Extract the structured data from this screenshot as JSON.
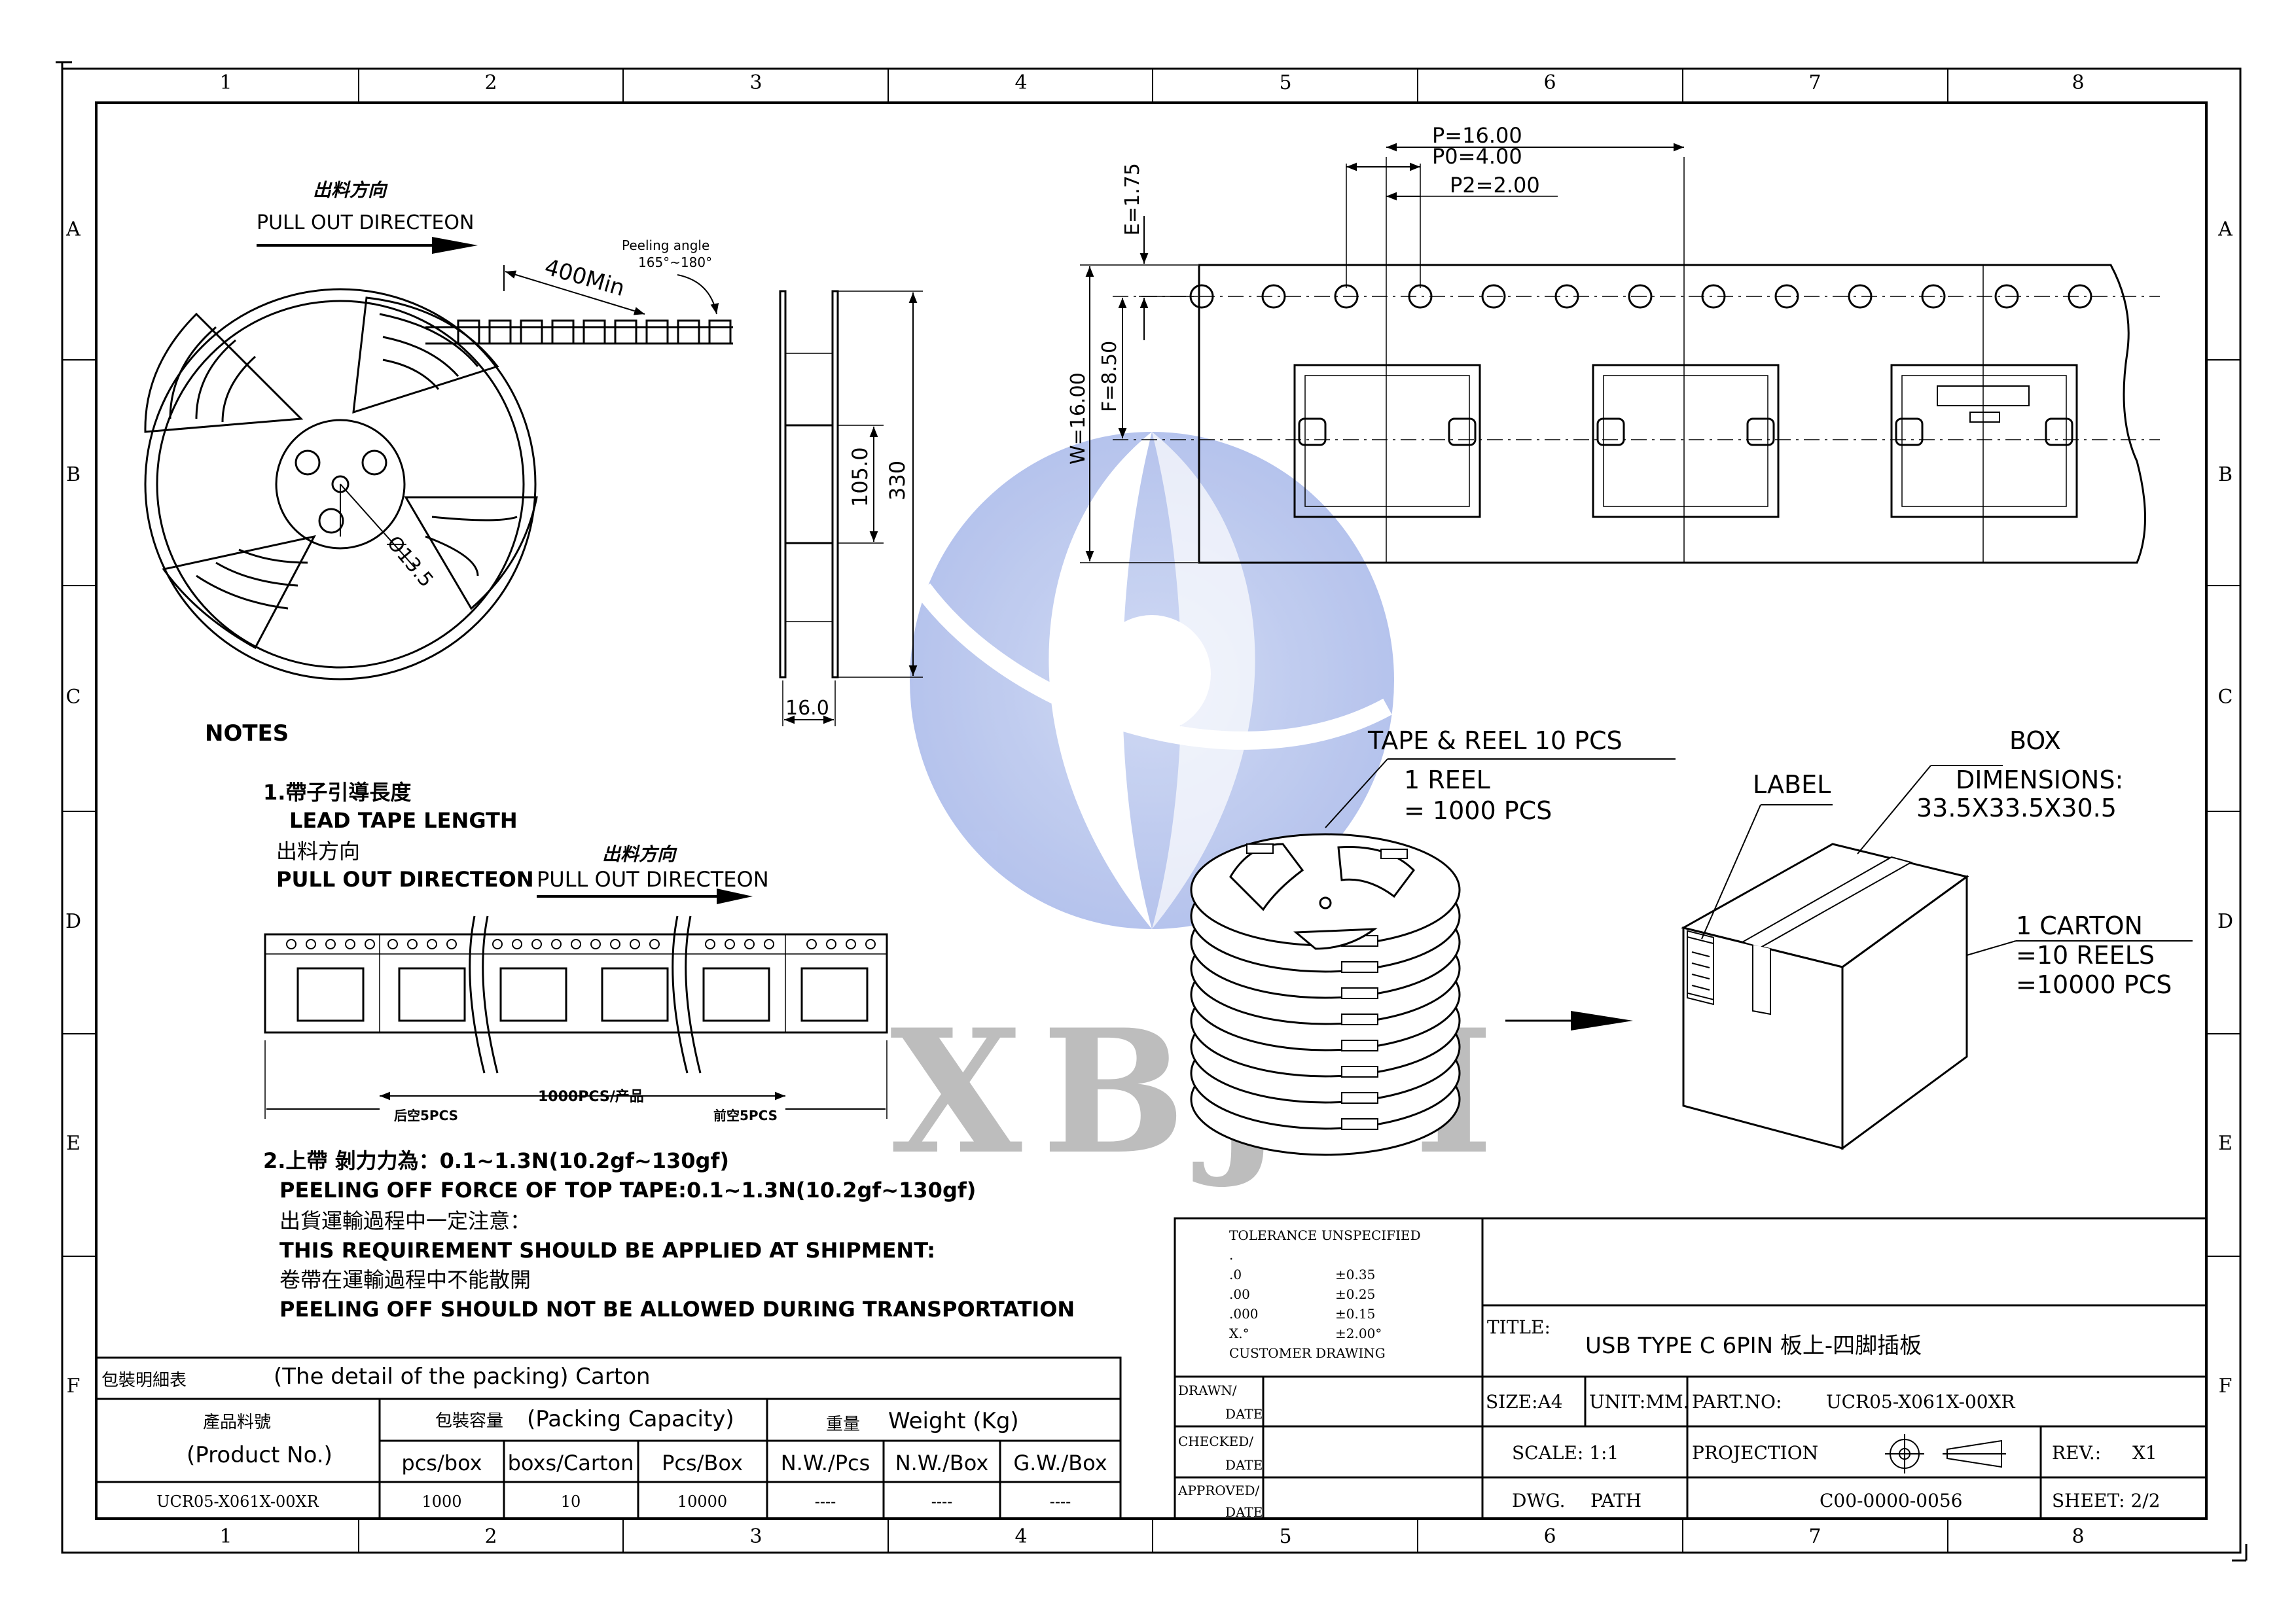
{
  "frame": {
    "columns": [
      "1",
      "2",
      "3",
      "4",
      "5",
      "6",
      "7",
      "8"
    ],
    "rows": [
      "A",
      "B",
      "C",
      "D",
      "E",
      "F"
    ]
  },
  "reel_view": {
    "title_cn": "出料方向",
    "title_en": "PULL OUT DIRECTEON",
    "peeling_angle_label": "Peeling angle",
    "peeling_angle_value": "165°~180°",
    "leader_length": "400Min",
    "hub_diameter": "Ø13.5"
  },
  "side_view": {
    "hub_dim": "105.0",
    "outer_dim": "330",
    "width_dim": "16.0"
  },
  "tape_view": {
    "pitch_p": "P=16.00",
    "pitch_p0": "P0=4.00",
    "pitch_p2": "P2=2.00",
    "dim_e": "E=1.75",
    "dim_w": "W=16.00",
    "dim_f": "F=8.50"
  },
  "notes": {
    "heading": "NOTES",
    "n1_cn": "1.帶子引導長度",
    "n1_en": "LEAD TAPE LENGTH",
    "n1_dir_cn": "出料方向",
    "n1_dir_en": "PULL OUT DIRECTEON",
    "n1_dir2_cn": "出料方向",
    "n1_dir2_en": "PULL OUT DIRECTEON",
    "empty_after": "后空5PCS",
    "products": "1000PCS/产品",
    "empty_before": "前空5PCS",
    "n2_cn": "2.上帶 剝力力為：0.1~1.3N(10.2gf~130gf)",
    "n2_en": "PEELING OFF FORCE OF TOP TAPE:0.1~1.3N(10.2gf~130gf)",
    "n3_cn": "出貨運輸過程中一定注意：",
    "n3_en": "THIS REQUIREMENT SHOULD BE APPLIED AT SHIPMENT:",
    "n4_cn": "卷帶在運輸過程中不能散開",
    "n4_en": "PEELING OFF SHOULD NOT BE ALLOWED DURING TRANSPORTATION"
  },
  "packaging": {
    "tape_reel": "TAPE & REEL 10 PCS",
    "reel_line1": "1 REEL",
    "reel_line2": "= 1000 PCS",
    "label": "LABEL",
    "box": "BOX",
    "box_dim_label": "DIMENSIONS:",
    "box_dim_value": "33.5X33.5X30.5",
    "carton_line1": "1 CARTON",
    "carton_line2": "=10 REELS",
    "carton_line3": "=10000 PCS"
  },
  "watermark": {
    "text": "XBJM"
  },
  "packing_table": {
    "caption_cn": "包裝明細表",
    "caption_en": "(The detail of the packing) Carton",
    "product_no_cn": "產品料號",
    "product_no_en": "(Product No.)",
    "capacity_cn": "包裝容量",
    "capacity_en": "(Packing Capacity)",
    "weight_cn": "重量",
    "weight_en": "Weight (Kg)",
    "headers": [
      "pcs/box",
      "boxs/Carton",
      "Pcs/Box",
      "N.W./Pcs",
      "N.W./Box",
      "G.W./Box"
    ],
    "row": [
      "UCR05-X061X-00XR",
      "1000",
      "10",
      "10000",
      "----",
      "----",
      "----"
    ]
  },
  "title_block": {
    "tolerance_title": "TOLERANCE UNSPECIFIED",
    "tol_dot": ".",
    "tolerances": [
      {
        "k": ".0",
        "v": "±0.35"
      },
      {
        "k": ".00",
        "v": "±0.25"
      },
      {
        "k": ".000",
        "v": "±0.15"
      },
      {
        "k": "X.°",
        "v": "±2.00°"
      }
    ],
    "customer_drawing": "CUSTOMER DRAWING",
    "title_label": "TITLE:",
    "title_value": "USB TYPE C 6PIN 板上-四脚插板",
    "drawn": "DRAWN/",
    "checked": "CHECKED/",
    "approved": "APPROVED/",
    "date": "DATE",
    "size": "SIZE:A4",
    "unit": "UNIT:MM.",
    "part_no_label": "PART.NO:",
    "part_no_value": "UCR05-X061X-00XR",
    "scale": "SCALE: 1:1",
    "projection": "PROJECTION",
    "rev_label": "REV.:",
    "rev_value": "X1",
    "dwg_label": "DWG.",
    "path_label": "PATH",
    "dwg_value": "C00-0000-0056",
    "sheet": "SHEET: 2/2"
  }
}
